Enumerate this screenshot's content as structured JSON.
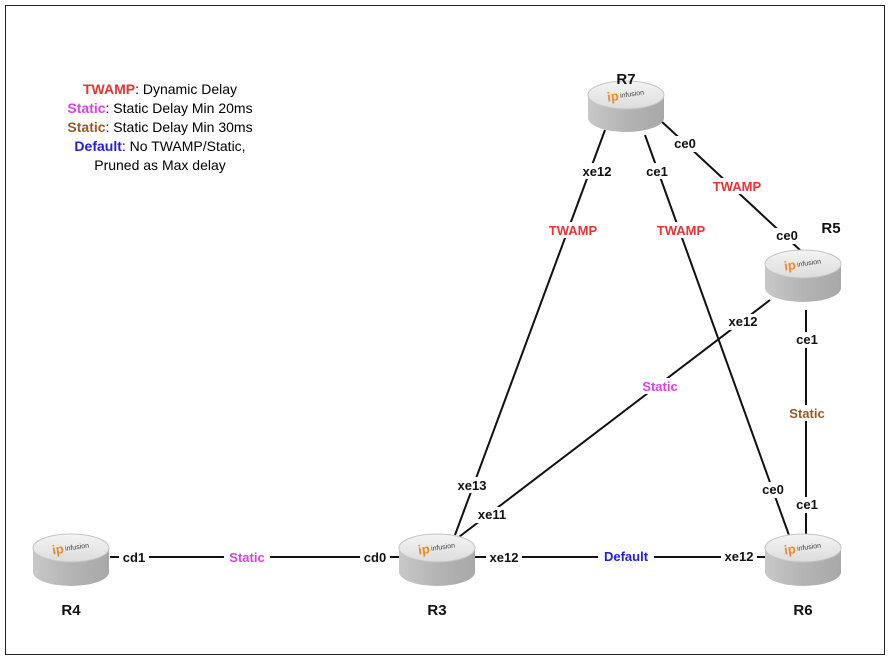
{
  "legend": {
    "items": [
      {
        "keyword": "TWAMP",
        "text": ": Dynamic Delay",
        "color": "#e8352f"
      },
      {
        "keyword": "Static",
        "text": ": Static Delay Min 20ms",
        "color": "#e040e8"
      },
      {
        "keyword": "Static",
        "text": ": Static Delay Min 30ms",
        "color": "#9a5a22"
      },
      {
        "keyword": "Default",
        "text": ": No TWAMP/Static,",
        "color": "#1f1fe0"
      }
    ],
    "continuation": "Pruned as Max delay"
  },
  "routers": [
    {
      "id": "R7",
      "label": "R7",
      "logo_ip": "ip",
      "logo_infusion": "infusion"
    },
    {
      "id": "R5",
      "label": "R5",
      "logo_ip": "ip",
      "logo_infusion": "infusion"
    },
    {
      "id": "R4",
      "label": "R4",
      "logo_ip": "ip",
      "logo_infusion": "infusion"
    },
    {
      "id": "R3",
      "label": "R3",
      "logo_ip": "ip",
      "logo_infusion": "infusion"
    },
    {
      "id": "R6",
      "label": "R6",
      "logo_ip": "ip",
      "logo_infusion": "infusion"
    }
  ],
  "links": [
    {
      "id": "r4-r3",
      "from": "R4",
      "to": "R3",
      "type": "Static",
      "color": "#e040e8",
      "from_port": "cd1",
      "to_port": "cd0"
    },
    {
      "id": "r3-r6",
      "from": "R3",
      "to": "R6",
      "type": "Default",
      "color": "#1f1fe0",
      "from_port": "xe12",
      "to_port": "xe12"
    },
    {
      "id": "r3-r7",
      "from": "R3",
      "to": "R7",
      "type": "TWAMP",
      "color": "#e8352f",
      "from_port": "xe13",
      "to_port": "xe12"
    },
    {
      "id": "r7-r6",
      "from": "R7",
      "to": "R6",
      "type": "TWAMP",
      "color": "#e8352f",
      "from_port": "ce1",
      "to_port": "ce0"
    },
    {
      "id": "r7-r5",
      "from": "R7",
      "to": "R5",
      "type": "TWAMP",
      "color": "#e8352f",
      "from_port": "ce0",
      "to_port": "ce0"
    },
    {
      "id": "r3-r5",
      "from": "R3",
      "to": "R5",
      "type": "Static",
      "color": "#e040e8",
      "from_port": "xe11",
      "to_port": "xe12"
    },
    {
      "id": "r5-r6",
      "from": "R5",
      "to": "R6",
      "type": "Static",
      "color": "#9a5a22",
      "from_port": "ce1",
      "to_port": "ce1"
    }
  ]
}
